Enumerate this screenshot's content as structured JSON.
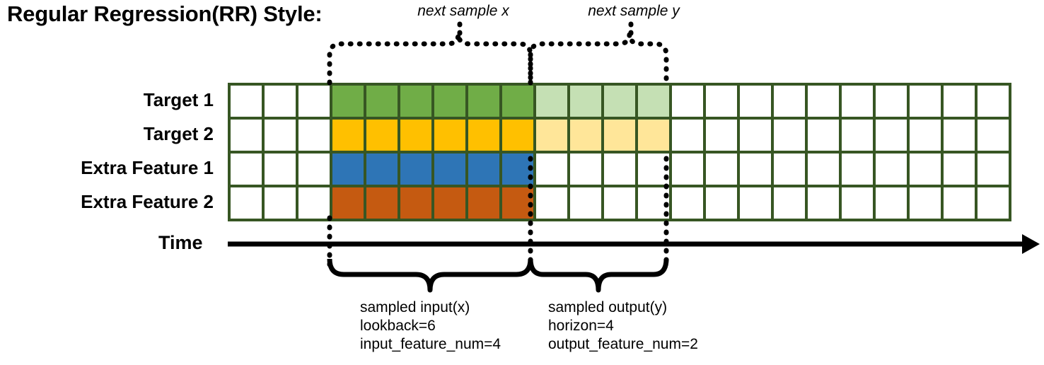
{
  "title": "Regular Regression(RR) Style:",
  "rows": [
    {
      "label": "Target 1",
      "color": "#70ad47",
      "light_color": "#c5e0b4",
      "has_light": true
    },
    {
      "label": "Target 2",
      "color": "#ffc000",
      "light_color": "#ffe699",
      "has_light": true
    },
    {
      "label": "Extra Feature 1",
      "color": "#2e75b6",
      "light_color": "",
      "has_light": false
    },
    {
      "label": "Extra Feature 2",
      "color": "#c55a11",
      "light_color": "",
      "has_light": false
    }
  ],
  "grid": {
    "total_columns": 23,
    "leading_blank_columns": 3,
    "input_columns": 6,
    "output_columns": 4,
    "border_color": "#375623",
    "cell_fill_empty": "#ffffff"
  },
  "axis": {
    "label": "Time"
  },
  "top_annotations": [
    {
      "text": "next sample x"
    },
    {
      "text": "next sample y"
    }
  ],
  "bottom_captions": [
    {
      "line1": "sampled input(x)",
      "line2": "lookback=6",
      "line3": "input_feature_num=4"
    },
    {
      "line1": "sampled output(y)",
      "line2": "horizon=4",
      "line3": "output_feature_num=2"
    }
  ],
  "chart_data": {
    "type": "table",
    "title": "Regular Regression(RR) Style:",
    "series": [
      {
        "name": "Target 1",
        "input_cells": 6,
        "output_cells": 4
      },
      {
        "name": "Target 2",
        "input_cells": 6,
        "output_cells": 4
      },
      {
        "name": "Extra Feature 1",
        "input_cells": 6,
        "output_cells": 0
      },
      {
        "name": "Extra Feature 2",
        "input_cells": 6,
        "output_cells": 0
      }
    ],
    "lookback": 6,
    "horizon": 4,
    "input_feature_num": 4,
    "output_feature_num": 2
  }
}
